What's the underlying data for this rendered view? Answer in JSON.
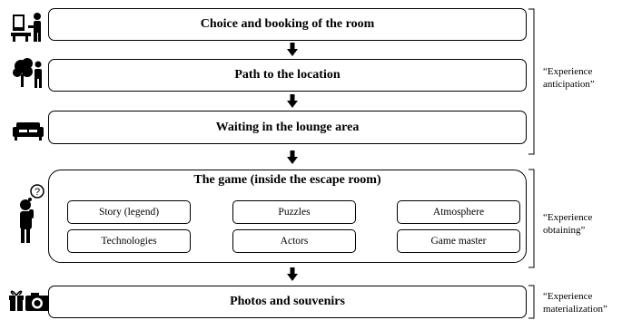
{
  "stages": {
    "choice": "Choice and booking of the room",
    "path": "Path to the location",
    "waiting": "Waiting in the lounge area",
    "game": "The game (inside the escape room)",
    "photos": "Photos and souvenirs"
  },
  "game_elements": [
    "Story (legend)",
    "Puzzles",
    "Atmosphere",
    "Technologies",
    "Actors",
    "Game master"
  ],
  "phases": {
    "anticipation": [
      "“Experience",
      "anticipation”"
    ],
    "obtaining": [
      "“Experience",
      "obtaining”"
    ],
    "materialization": [
      "“Experience",
      "materialization”"
    ]
  },
  "icons": [
    "person-at-desk-icon",
    "person-with-tree-icon",
    "sofa-icon",
    "thinking-person-icon",
    "gift-and-camera-icon"
  ]
}
